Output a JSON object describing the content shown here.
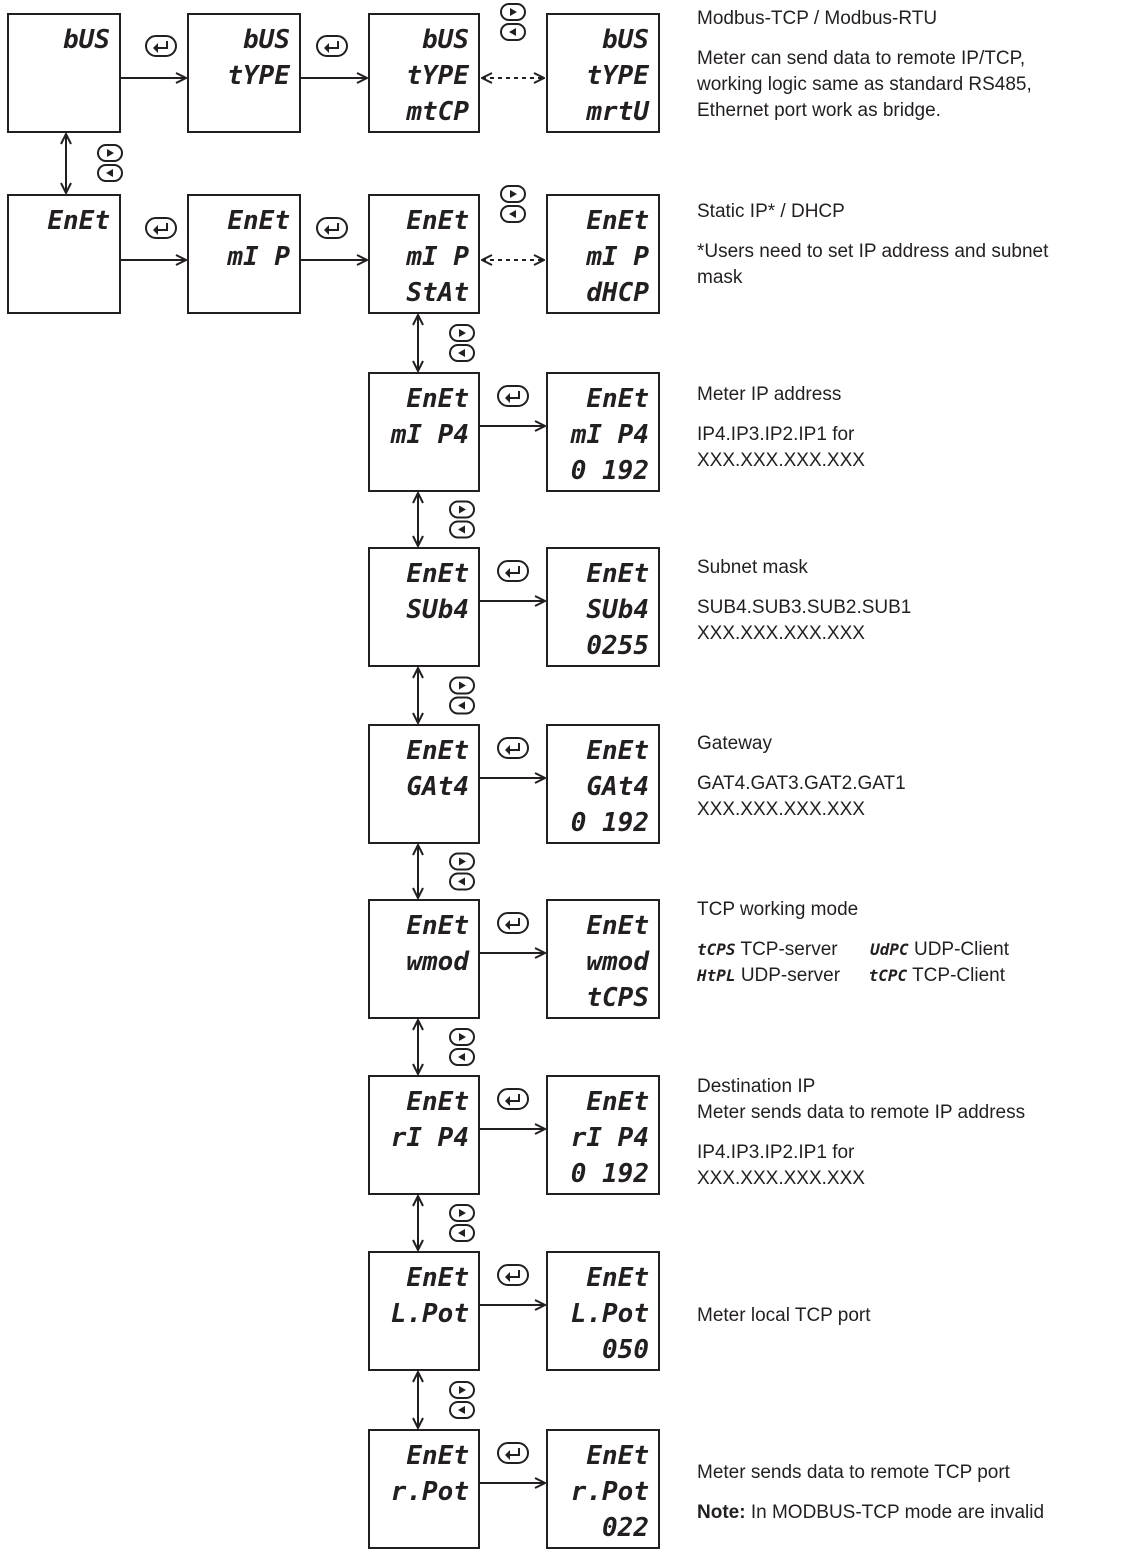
{
  "screens": {
    "bus": [
      "bUS",
      "",
      ""
    ],
    "bus_type": [
      "bUS",
      "tYPE",
      ""
    ],
    "bus_type_mtcp": [
      "bUS",
      "tYPE",
      "mtCP"
    ],
    "bus_type_mrtu": [
      "bUS",
      "tYPE",
      "mrtU"
    ],
    "enet": [
      "EnEt",
      "",
      ""
    ],
    "enet_mip": [
      "EnEt",
      "mI P",
      ""
    ],
    "enet_mip_stat": [
      "EnEt",
      "mI P",
      "StAt"
    ],
    "enet_mip_dhcp": [
      "EnEt",
      "mI P",
      "dHCP"
    ],
    "enet_mip4": [
      "EnEt",
      "mI P4",
      ""
    ],
    "enet_mip4_val": [
      "EnEt",
      "mI P4",
      "0 192"
    ],
    "enet_sub4": [
      "EnEt",
      "SUb4",
      ""
    ],
    "enet_sub4_val": [
      "EnEt",
      "SUb4",
      "0255"
    ],
    "enet_gat4": [
      "EnEt",
      "GAt4",
      ""
    ],
    "enet_gat4_val": [
      "EnEt",
      "GAt4",
      "0 192"
    ],
    "enet_wmod": [
      "EnEt",
      "wmod",
      ""
    ],
    "enet_wmod_val": [
      "EnEt",
      "wmod",
      "tCPS"
    ],
    "enet_rip4": [
      "EnEt",
      "rI P4",
      ""
    ],
    "enet_rip4_val": [
      "EnEt",
      "rI P4",
      "0 192"
    ],
    "enet_lpot": [
      "EnEt",
      "L.Pot",
      ""
    ],
    "enet_lpot_val": [
      "EnEt",
      "L.Pot",
      "050"
    ],
    "enet_rpot": [
      "EnEt",
      "r.Pot",
      ""
    ],
    "enet_rpot_val": [
      "EnEt",
      "r.Pot",
      "022"
    ]
  },
  "icons": {
    "enter": "enter-button-icon",
    "right": "right-arrow-button-icon",
    "left": "left-arrow-button-icon"
  },
  "notes": {
    "bus": {
      "title": "Modbus-TCP / Modbus-RTU",
      "body": [
        "Meter can send data to remote IP/TCP,",
        "working logic same as standard RS485,",
        "Ethernet port work as bridge."
      ]
    },
    "ip_mode": {
      "title": "Static IP* / DHCP",
      "body": [
        "*Users need to set IP address and subnet",
        "mask"
      ]
    },
    "meter_ip": {
      "title": "Meter IP address",
      "body": [
        "IP4.IP3.IP2.IP1 for",
        "XXX.XXX.XXX.XXX"
      ]
    },
    "subnet": {
      "title": "Subnet mask",
      "body": [
        "SUB4.SUB3.SUB2.SUB1",
        "XXX.XXX.XXX.XXX"
      ]
    },
    "gateway": {
      "title": "Gateway",
      "body": [
        "GAT4.GAT3.GAT2.GAT1",
        "XXX.XXX.XXX.XXX"
      ]
    },
    "tcp_mode": {
      "title": "TCP working mode",
      "rows": [
        [
          {
            "code": "tCPS",
            "label": "TCP-server"
          },
          {
            "code": "UdPC",
            "label": "UDP-Client"
          }
        ],
        [
          {
            "code": "HtPL",
            "label": "UDP-server"
          },
          {
            "code": "tCPC",
            "label": "TCP-Client"
          }
        ]
      ]
    },
    "dest_ip": {
      "title": "Destination IP",
      "subtitle": "Meter sends data to remote IP address",
      "body": [
        "IP4.IP3.IP2.IP1 for",
        "XXX.XXX.XXX.XXX"
      ]
    },
    "local_port": {
      "title": "Meter local TCP port"
    },
    "remote_port": {
      "title": "Meter sends data to remote TCP port",
      "note_label": "Note:",
      "note_text": " In MODBUS-TCP mode are invalid"
    }
  }
}
